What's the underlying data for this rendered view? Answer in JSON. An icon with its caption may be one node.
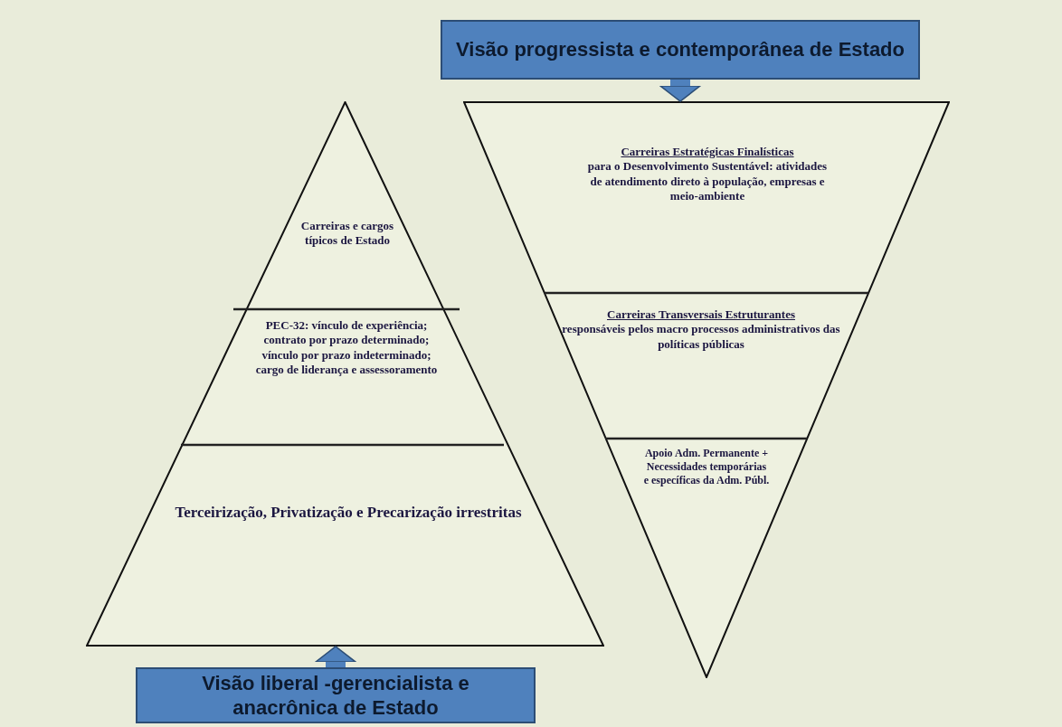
{
  "diagram": {
    "nodes": [
      {
        "text": [],
        "shape": "triangle"
      },
      {
        "text": [
          "Carreiras e cargos típicos de Estado"
        ],
        "in": 0
      },
      {
        "text": [
          "PEC-32: vínculo de experiência; contrato por prazo determinado; vínculo por prazo indeterminado; cargo de liderança e assessoramento"
        ],
        "in": 0
      },
      {
        "text": [
          "Terceirização, Privatização e Precarização irrestritas"
        ],
        "in": 0
      },
      {
        "text": [],
        "shape": "triangle"
      },
      {
        "text": [
          "Carreiras Estratégicas Finalísticas",
          "para o Desenvolvimento Sustentável: atividades de atendimento direto à população, empresas e meio-ambiente"
        ],
        "in": 4
      },
      {
        "text": [
          "Carreiras Transversais Estruturantes",
          "responsáveis pelos macro processos administrativos das políticas públicas"
        ],
        "in": 4
      },
      {
        "text": [
          "Apoio Adm. Permanente + Necessidades temporárias e específicas da Adm. Públ."
        ],
        "in": 4
      },
      {
        "text": [
          "Visão progressista e contemporânea de Estado"
        ]
      },
      {
        "text": [
          "Visão liberal -gerencialista e anacrônica de Estado"
        ]
      }
    ],
    "edges": [
      {
        "from": 8,
        "to": 4,
        "arrow": "to"
      },
      {
        "from": 9,
        "to": 0,
        "arrow": "to"
      }
    ]
  }
}
